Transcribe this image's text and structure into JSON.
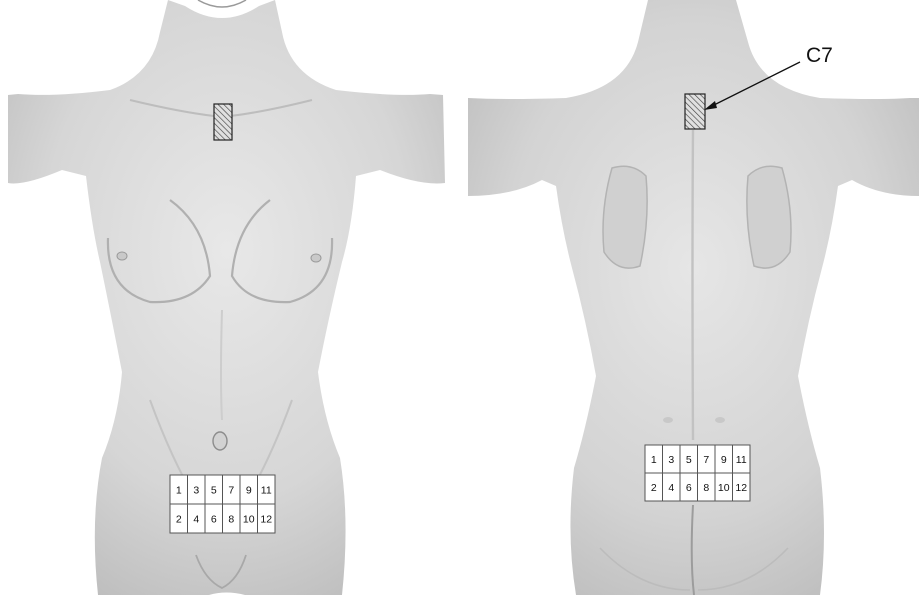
{
  "front_view": {
    "grid_numbers_top": [
      "1",
      "3",
      "5",
      "7",
      "9",
      "11"
    ],
    "grid_numbers_bottom": [
      "2",
      "4",
      "6",
      "8",
      "10",
      "12"
    ]
  },
  "back_view": {
    "callout_label": "C7",
    "grid_numbers_top": [
      "1",
      "3",
      "5",
      "7",
      "9",
      "11"
    ],
    "grid_numbers_bottom": [
      "2",
      "4",
      "6",
      "8",
      "10",
      "12"
    ]
  }
}
